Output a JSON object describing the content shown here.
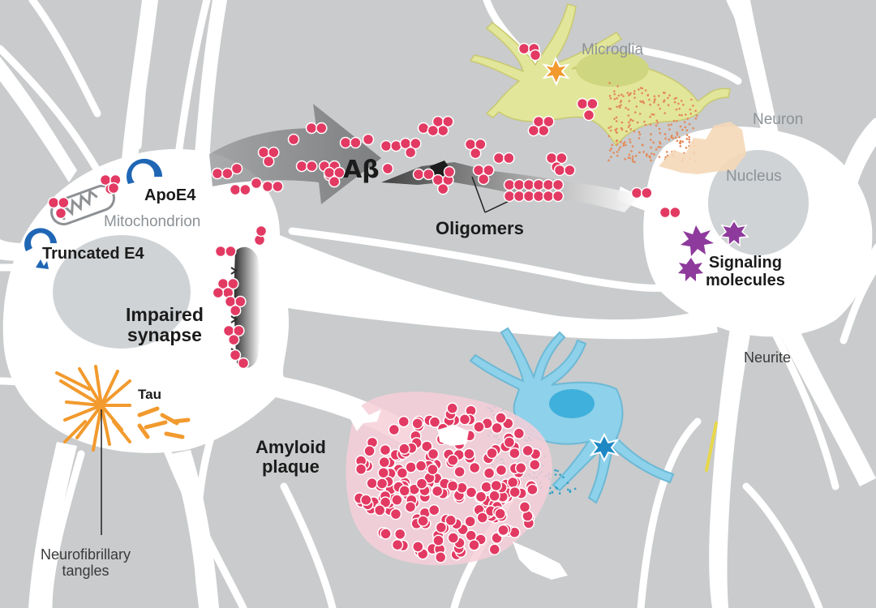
{
  "labels": {
    "microglia": "Microglia",
    "neuron": "Neuron",
    "nucleus": "Nucleus",
    "apoe4": "ApoE4",
    "mitochondrion": "Mitochondrion",
    "truncated_e4": "Truncated E4",
    "abeta": "Aβ",
    "oligomers": "Oligomers",
    "signaling_1": "Signaling",
    "signaling_2": "molecules",
    "impaired_1": "Impaired",
    "impaired_2": "synapse",
    "neurite": "Neurite",
    "tau": "Tau",
    "amyloid_1": "Amyloid",
    "amyloid_2": "plaque",
    "nft_1": "Neurofibrillary",
    "nft_2": "tangles"
  },
  "colors": {
    "background": "#c9cbcc",
    "neuron": "#ffffff",
    "nucleus": "#d0d3d5",
    "amyloid_beta": "#e23a63",
    "tau": "#f29a2e",
    "microglia": "#e2e69a",
    "astrocyte": "#8ed1ea",
    "signaling": "#8e3a9c",
    "apoe4": "#1f66b5"
  },
  "icons": [
    "microglia-cell",
    "astrocyte-cell",
    "mitochondrion-icon",
    "apoe4-icon",
    "truncated-e4-icon",
    "tau-tangle-icon",
    "signaling-molecule-icon",
    "amyloid-plaque",
    "flow-arrow-icon"
  ]
}
